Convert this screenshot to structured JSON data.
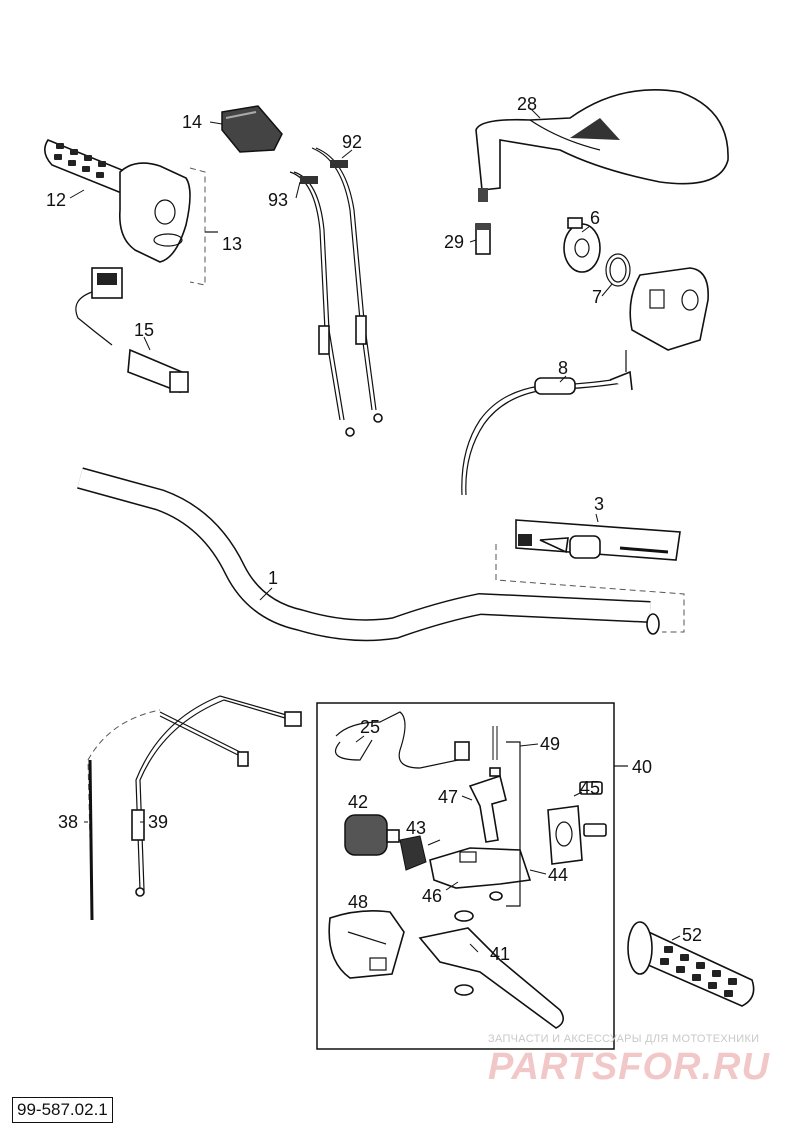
{
  "diagram": {
    "callouts": [
      {
        "id": "1",
        "label": "1"
      },
      {
        "id": "3",
        "label": "3"
      },
      {
        "id": "6",
        "label": "6"
      },
      {
        "id": "7",
        "label": "7"
      },
      {
        "id": "8",
        "label": "8"
      },
      {
        "id": "12",
        "label": "12"
      },
      {
        "id": "13",
        "label": "13"
      },
      {
        "id": "14",
        "label": "14"
      },
      {
        "id": "15",
        "label": "15"
      },
      {
        "id": "25",
        "label": "25"
      },
      {
        "id": "28",
        "label": "28"
      },
      {
        "id": "29",
        "label": "29"
      },
      {
        "id": "38",
        "label": "38"
      },
      {
        "id": "39",
        "label": "39"
      },
      {
        "id": "40",
        "label": "40"
      },
      {
        "id": "41",
        "label": "41"
      },
      {
        "id": "42",
        "label": "42"
      },
      {
        "id": "43",
        "label": "43"
      },
      {
        "id": "44",
        "label": "44"
      },
      {
        "id": "45",
        "label": "45"
      },
      {
        "id": "46",
        "label": "46"
      },
      {
        "id": "47",
        "label": "47"
      },
      {
        "id": "48",
        "label": "48"
      },
      {
        "id": "49",
        "label": "49"
      },
      {
        "id": "52",
        "label": "52"
      },
      {
        "id": "92",
        "label": "92"
      },
      {
        "id": "93",
        "label": "93"
      }
    ]
  },
  "reference_code": "99-587.02.1",
  "watermark": {
    "tagline": "ЗАПЧАСТИ И АКСЕССУАРЫ ДЛЯ МОТОТЕХНИКИ",
    "brand": "PARTSFOR.RU"
  },
  "colors": {
    "line": "#111111",
    "watermark_brand": "#f2c7c7",
    "watermark_tagline": "#c9c9c9"
  }
}
